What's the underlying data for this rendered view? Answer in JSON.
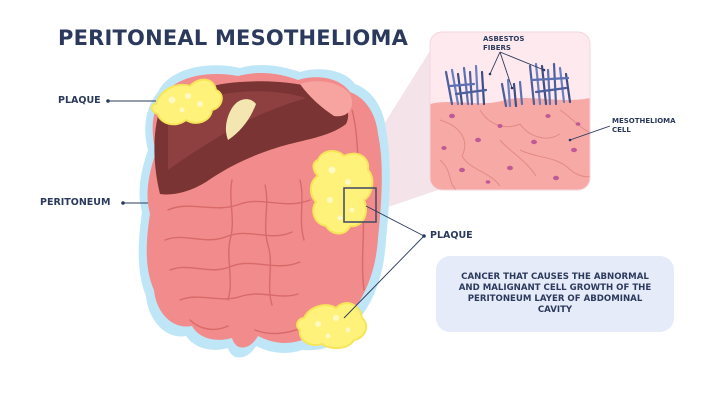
{
  "title": "PERITONEAL MESOTHELIOMA",
  "labels": {
    "plaque_top": "PLAQUE",
    "peritoneum": "PERITONEUM",
    "plaque_right": "PLAQUE",
    "asbestos_line1": "ASBESTOS",
    "asbestos_line2": "FIBERS",
    "meso_line1": "MESOTHELIOMA",
    "meso_line2": "CELL"
  },
  "description": "CANCER THAT CAUSES THE ABNORMAL AND MALIGNANT CELL GROWTH OF THE PERITONEUM LAYER OF ABDOMINAL CAVITY",
  "colors": {
    "title": "#2b3a5c",
    "peritoneum_outline": "#bfe6f7",
    "intestine": "#f28b8b",
    "liver": "#7a3434",
    "plaque": "#fff27a",
    "tissue": "#f7a9a5",
    "fibers": "#4b5f9c",
    "box": "#e6ebfa"
  }
}
